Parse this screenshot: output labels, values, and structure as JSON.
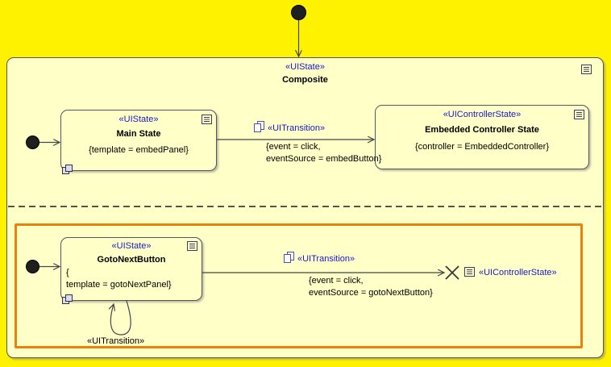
{
  "colors": {
    "canvas_bg": "#FFF200",
    "state_fill": "#FFFFC8",
    "state_border": "#55555E",
    "stereotype_blue": "#1919C8",
    "highlight_orange": "#E8820A"
  },
  "composite_state": {
    "stereotype": "«UIState»",
    "name": "Composite"
  },
  "main_state": {
    "stereotype": "«UIState»",
    "name": "Main State",
    "properties": "{template = embedPanel}"
  },
  "embedded_controller_state": {
    "stereotype": "«UIControllerState»",
    "name": "Embedded Controller State",
    "properties": "{controller = EmbeddedController}"
  },
  "embed_transition": {
    "stereotype": "«UITransition»",
    "guard": "{event = click,\neventSource = embedButton}"
  },
  "goto_next_button_state": {
    "stereotype": "«UIState»",
    "name": "GotoNextButton",
    "properties": "{\ntemplate = gotoNextPanel}"
  },
  "goto_transition": {
    "stereotype": "«UITransition»",
    "guard": "{event = click,\neventSource = gotoNextButton}"
  },
  "self_transition": {
    "stereotype": "«UITransition»"
  },
  "terminate_state": {
    "stereotype": "«UIControllerState»"
  }
}
